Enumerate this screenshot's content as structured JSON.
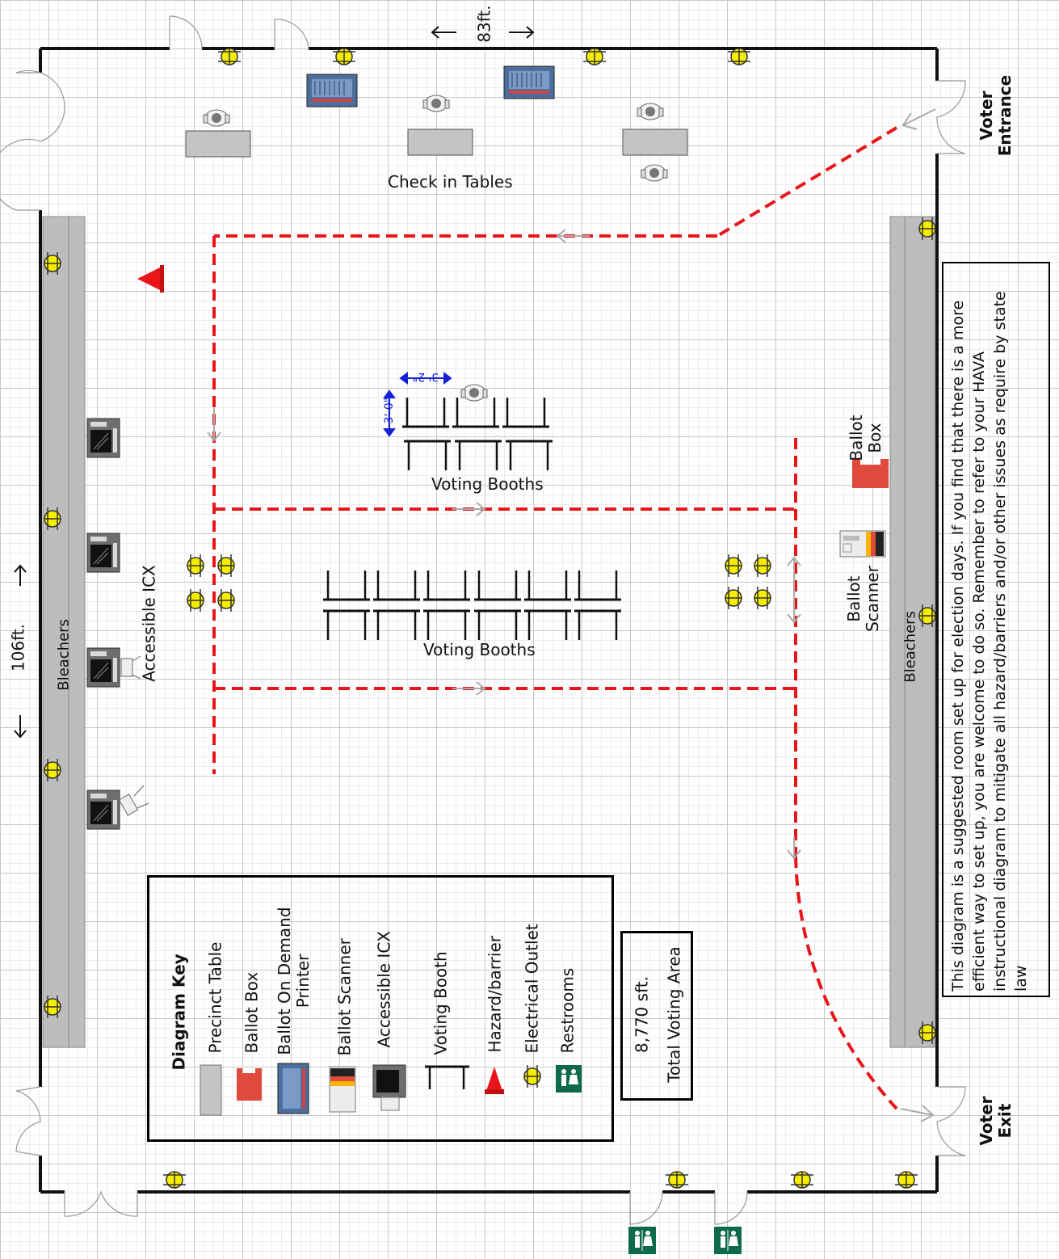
{
  "dimensions": {
    "width_label": "83ft.",
    "height_label": "106ft."
  },
  "areas": {
    "check_in": "Check in Tables",
    "voting_booths_top": "Voting Booths",
    "voting_booths_bottom": "Voting Booths",
    "accessible": "Accessible ICX",
    "bleachers_left": "Bleachers",
    "bleachers_right": "Bleachers",
    "ballot_box": "Ballot\nBox",
    "ballot_scanner": "Ballot\nScanner",
    "booth_dim_width": "3' 2\"",
    "booth_dim_depth": "3' 0\""
  },
  "doors": {
    "entrance": "Voter\nEntrance",
    "exit": "Voter\nExit"
  },
  "total_area": {
    "value": "8,770 sft.",
    "label": "Total Voting Area"
  },
  "note": "This diagram is a suggested room set up for election days. If you find that there is a more efficient way to set up, you are welcome to do so. Remember to refer to your HAVA instructional diagram to mitigate all hazard/barriers and/or other issues as require by state law",
  "key": {
    "title": "Diagram Key",
    "items": [
      {
        "label": "Precinct Table",
        "icon": "precinct-table-icon"
      },
      {
        "label": "Ballot Box",
        "icon": "ballot-box-icon"
      },
      {
        "label": "Ballot On Demand\nPrinter",
        "icon": "printer-icon"
      },
      {
        "label": "Ballot Scanner",
        "icon": "scanner-icon"
      },
      {
        "label": "Accessible ICX",
        "icon": "icx-icon"
      },
      {
        "label": "Voting Booth",
        "icon": "booth-icon"
      },
      {
        "label": "Hazard/barrier",
        "icon": "cone-icon"
      },
      {
        "label": "Electrical Outlet",
        "icon": "outlet-icon"
      },
      {
        "label": "Restrooms",
        "icon": "restroom-icon"
      }
    ]
  },
  "colors": {
    "path": "#e8161b",
    "outlet": "#f5ec00",
    "bleachers": "#bdbdbd",
    "table": "#c4c4c4",
    "ballot_box": "#e04a3c",
    "restroom": "#0e6a4a",
    "dimension": "#1420d6"
  }
}
